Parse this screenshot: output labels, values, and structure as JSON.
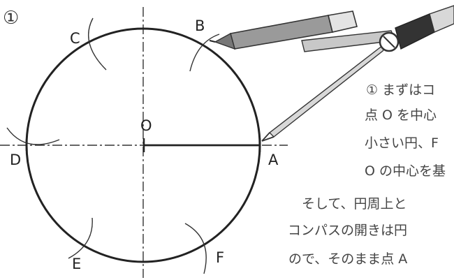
{
  "step_marker": "①",
  "points": {
    "A": "A",
    "B": "B",
    "C": "C",
    "D": "D",
    "E": "E",
    "F": "F",
    "O": "O"
  },
  "description_lines": [
    "① まずはコ",
    "点 O を中心",
    "小さい円、F",
    "O の中心を基",
    "そして、円周上と",
    "コンパスの開きは円",
    "ので、そのまま点 A"
  ],
  "colors": {
    "line": "#222222",
    "compass_body": "#9a9a9a",
    "compass_dark": "#333333",
    "compass_light": "#d8d8d8"
  }
}
